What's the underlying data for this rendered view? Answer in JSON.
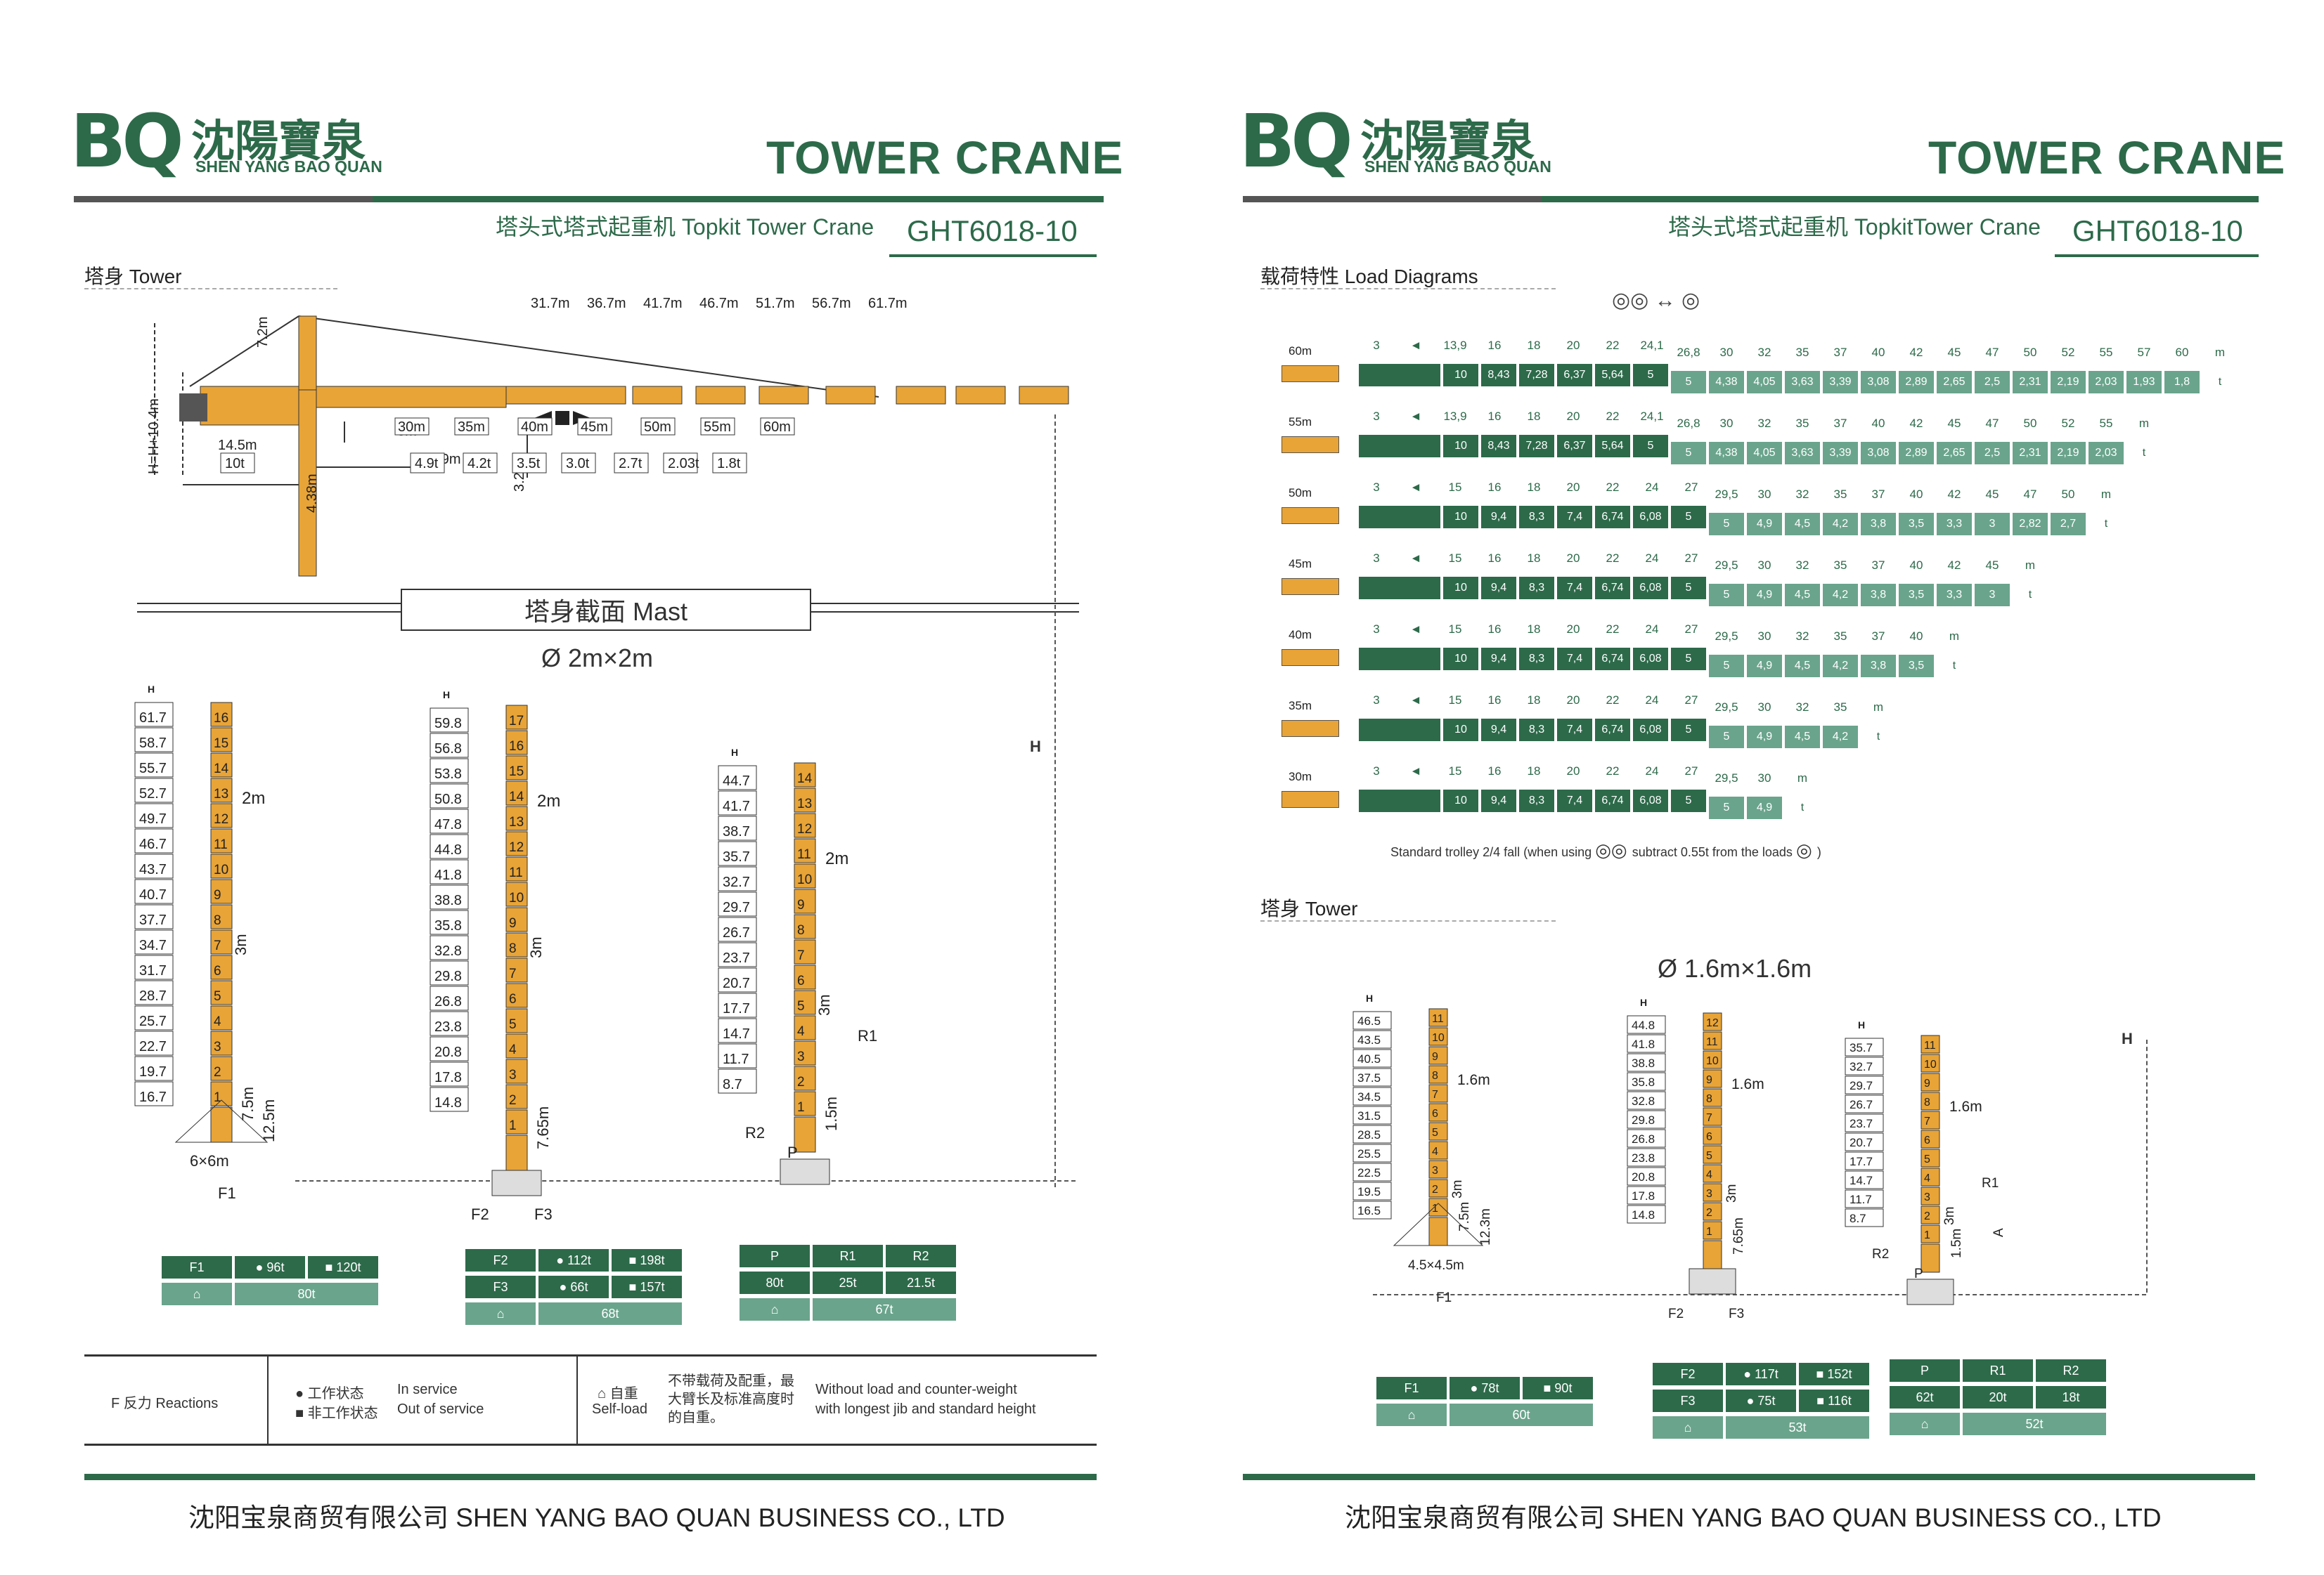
{
  "brand": {
    "logo": "BQ",
    "name_cn": "沈陽寶泉",
    "name_en": "SHEN YANG BAO QUAN"
  },
  "pages": [
    {
      "title": "TOWER CRANE",
      "subtitle": "塔头式塔式起重机 Topkit Tower Crane",
      "model": "GHT6018-10"
    },
    {
      "title": "TOWER CRANE",
      "subtitle": "塔头式塔式起重机 TopkitTower Crane",
      "model": "GHT6018-10"
    }
  ],
  "footer": "沈阳宝泉商贸有限公司  SHEN YANG BAO QUAN BUSINESS CO., LTD",
  "left": {
    "tower_label": "塔身 Tower",
    "crane": {
      "height": "H=H+10.4m",
      "top_h": "7.2m",
      "counter_jib": "14.5m",
      "d1": "3m",
      "d2": "13.9m",
      "d3": "3.2m",
      "d4": "4.38m",
      "radii": [
        "31.7m",
        "36.7m",
        "41.7m",
        "46.7m",
        "51.7m",
        "56.7m",
        "61.7m"
      ],
      "jib_marks": [
        "30m",
        "35m",
        "40m",
        "45m",
        "50m",
        "55m",
        "60m"
      ],
      "tip_loads": [
        "10t",
        "4.9t",
        "4.2t",
        "3.5t",
        "3.0t",
        "2.7t",
        "2.03t",
        "1.8t"
      ]
    },
    "mast_label": "塔身截面 Mast",
    "mast_size": "Ø 2m×2m",
    "H": "H",
    "towers": [
      {
        "heights": [
          "61.7",
          "58.7",
          "55.7",
          "52.7",
          "49.7",
          "46.7",
          "43.7",
          "40.7",
          "37.7",
          "34.7",
          "31.7",
          "28.7",
          "25.7",
          "22.7",
          "19.7",
          "16.7"
        ],
        "sections": [
          "16",
          "15",
          "14",
          "13",
          "12",
          "11",
          "10",
          "9",
          "8",
          "7",
          "6",
          "5",
          "4",
          "3",
          "2",
          "1"
        ],
        "w": "2m",
        "s": "3m",
        "b": "7.5m",
        "c": "12.5m",
        "base": "6×6m",
        "f": "F1"
      },
      {
        "heights": [
          "59.8",
          "56.8",
          "53.8",
          "50.8",
          "47.8",
          "44.8",
          "41.8",
          "38.8",
          "35.8",
          "32.8",
          "29.8",
          "26.8",
          "23.8",
          "20.8",
          "17.8",
          "14.8"
        ],
        "sections": [
          "17",
          "16",
          "15",
          "14",
          "13",
          "12",
          "11",
          "10",
          "9",
          "8",
          "7",
          "6",
          "5",
          "4",
          "3",
          "2",
          "1"
        ],
        "w": "2m",
        "s": "3m",
        "b": "7.65m",
        "f2": "F2",
        "f3": "F3"
      },
      {
        "heights": [
          "44.7",
          "41.7",
          "38.7",
          "35.7",
          "32.7",
          "29.7",
          "26.7",
          "23.7",
          "20.7",
          "17.7",
          "14.7",
          "11.7",
          "8.7"
        ],
        "sections": [
          "14",
          "13",
          "12",
          "11",
          "10",
          "9",
          "8",
          "7",
          "6",
          "5",
          "4",
          "3",
          "2",
          "1"
        ],
        "w": "2m",
        "s": "3m",
        "b": "1.5m",
        "r1": "R1",
        "r2": "R2",
        "p": "P"
      }
    ],
    "tables": [
      {
        "rows": [
          [
            "F1",
            "● 96t",
            "■ 120t"
          ],
          [
            "⌂",
            "80t"
          ]
        ]
      },
      {
        "rows": [
          [
            "F2",
            "● 112t",
            "■ 198t"
          ],
          [
            "F3",
            "● 66t",
            "■ 157t"
          ],
          [
            "⌂",
            "68t"
          ]
        ]
      },
      {
        "rows": [
          [
            "P",
            "R1",
            "R2"
          ],
          [
            "80t",
            "25t",
            "21.5t"
          ],
          [
            "⌂",
            "67t"
          ]
        ]
      }
    ],
    "legend": {
      "reactions": "F 反力 Reactions",
      "in_cn": "工作状态",
      "in_en": "In service",
      "out_cn": "非工作状态",
      "out_en": "Out of service",
      "self_cn": "自重",
      "self_en": "Self-load",
      "note_cn": "不带载荷及配重，最大臂长及标准高度时的自重。",
      "note_en1": "Without load and counter-weight",
      "note_en2": "with longest jib and standard height"
    }
  },
  "right": {
    "load_label": "载荷特性 Load Diagrams",
    "chart_data": {
      "type": "table",
      "rows": [
        {
          "jib": "60m",
          "r1": [
            "3",
            "",
            "13,9",
            "16",
            "18",
            "20",
            "22",
            "24,1"
          ],
          "v1": [
            "10",
            "8,43",
            "7,28",
            "6,37",
            "5,64",
            "5"
          ],
          "r2": [
            "26,8",
            "30",
            "32",
            "35",
            "37",
            "40",
            "42",
            "45",
            "47",
            "50",
            "52",
            "55",
            "57",
            "60",
            "m"
          ],
          "v2": [
            "5",
            "4,38",
            "4,05",
            "3,63",
            "3,39",
            "3,08",
            "2,89",
            "2,65",
            "2,5",
            "2,31",
            "2,19",
            "2,03",
            "1,93",
            "1,8",
            "t"
          ]
        },
        {
          "jib": "55m",
          "r1": [
            "3",
            "",
            "13,9",
            "16",
            "18",
            "20",
            "22",
            "24,1"
          ],
          "v1": [
            "10",
            "8,43",
            "7,28",
            "6,37",
            "5,64",
            "5"
          ],
          "r2": [
            "26,8",
            "30",
            "32",
            "35",
            "37",
            "40",
            "42",
            "45",
            "47",
            "50",
            "52",
            "55",
            "m"
          ],
          "v2": [
            "5",
            "4,38",
            "4,05",
            "3,63",
            "3,39",
            "3,08",
            "2,89",
            "2,65",
            "2,5",
            "2,31",
            "2,19",
            "2,03",
            "t"
          ]
        },
        {
          "jib": "50m",
          "r1": [
            "3",
            "",
            "15",
            "16",
            "18",
            "20",
            "22",
            "24",
            "27"
          ],
          "v1": [
            "10",
            "9,4",
            "8,3",
            "7,4",
            "6,74",
            "6,08",
            "5"
          ],
          "r2": [
            "29,5",
            "30",
            "32",
            "35",
            "37",
            "40",
            "42",
            "45",
            "47",
            "50",
            "m"
          ],
          "v2": [
            "5",
            "4,9",
            "4,5",
            "4,2",
            "3,8",
            "3,5",
            "3,3",
            "3",
            "2,82",
            "2,7",
            "t"
          ]
        },
        {
          "jib": "45m",
          "r1": [
            "3",
            "",
            "15",
            "16",
            "18",
            "20",
            "22",
            "24",
            "27"
          ],
          "v1": [
            "10",
            "9,4",
            "8,3",
            "7,4",
            "6,74",
            "6,08",
            "5"
          ],
          "r2": [
            "29,5",
            "30",
            "32",
            "35",
            "37",
            "40",
            "42",
            "45",
            "m"
          ],
          "v2": [
            "5",
            "4,9",
            "4,5",
            "4,2",
            "3,8",
            "3,5",
            "3,3",
            "3",
            "t"
          ]
        },
        {
          "jib": "40m",
          "r1": [
            "3",
            "",
            "15",
            "16",
            "18",
            "20",
            "22",
            "24",
            "27"
          ],
          "v1": [
            "10",
            "9,4",
            "8,3",
            "7,4",
            "6,74",
            "6,08",
            "5"
          ],
          "r2": [
            "29,5",
            "30",
            "32",
            "35",
            "37",
            "40",
            "m"
          ],
          "v2": [
            "5",
            "4,9",
            "4,5",
            "4,2",
            "3,8",
            "3,5",
            "t"
          ]
        },
        {
          "jib": "35m",
          "r1": [
            "3",
            "",
            "15",
            "16",
            "18",
            "20",
            "22",
            "24",
            "27"
          ],
          "v1": [
            "10",
            "9,4",
            "8,3",
            "7,4",
            "6,74",
            "6,08",
            "5"
          ],
          "r2": [
            "29,5",
            "30",
            "32",
            "35",
            "m"
          ],
          "v2": [
            "5",
            "4,9",
            "4,5",
            "4,2",
            "t"
          ]
        },
        {
          "jib": "30m",
          "r1": [
            "3",
            "",
            "15",
            "16",
            "18",
            "20",
            "22",
            "24",
            "27"
          ],
          "v1": [
            "10",
            "9,4",
            "8,3",
            "7,4",
            "6,74",
            "6,08",
            "5"
          ],
          "r2": [
            "29,5",
            "30",
            "m"
          ],
          "v2": [
            "5",
            "4,9",
            "t"
          ]
        }
      ]
    },
    "trolley_note_a": "Standard trolley 2/4 fall (when using",
    "trolley_note_b": "subtract 0.55t from the loads",
    "trolley_note_c": ")",
    "tower_label": "塔身 Tower",
    "mast_size": "Ø 1.6m×1.6m",
    "H": "H",
    "towers": [
      {
        "heights": [
          "46.5",
          "43.5",
          "40.5",
          "37.5",
          "34.5",
          "31.5",
          "28.5",
          "25.5",
          "22.5",
          "19.5",
          "16.5"
        ],
        "sections": [
          "11",
          "10",
          "9",
          "8",
          "7",
          "6",
          "5",
          "4",
          "3",
          "2",
          "1"
        ],
        "w": "1.6m",
        "s": "3m",
        "b": "7.5m",
        "c": "12.3m",
        "base": "4.5×4.5m",
        "f": "F1"
      },
      {
        "heights": [
          "44.8",
          "41.8",
          "38.8",
          "35.8",
          "32.8",
          "29.8",
          "26.8",
          "23.8",
          "20.8",
          "17.8",
          "14.8"
        ],
        "sections": [
          "12",
          "11",
          "10",
          "9",
          "8",
          "7",
          "6",
          "5",
          "4",
          "3",
          "2",
          "1"
        ],
        "w": "1.6m",
        "s": "3m",
        "b": "7.65m",
        "f2": "F2",
        "f3": "F3"
      },
      {
        "heights": [
          "35.7",
          "32.7",
          "29.7",
          "26.7",
          "23.7",
          "20.7",
          "17.7",
          "14.7",
          "11.7",
          "8.7"
        ],
        "sections": [
          "11",
          "10",
          "9",
          "8",
          "7",
          "6",
          "5",
          "4",
          "3",
          "2",
          "1"
        ],
        "w": "1.6m",
        "s": "3m",
        "b": "1.5m",
        "a": "A",
        "r1": "R1",
        "r2": "R2",
        "p": "P"
      }
    ],
    "tables": [
      {
        "rows": [
          [
            "F1",
            "● 78t",
            "■ 90t"
          ],
          [
            "⌂",
            "60t"
          ]
        ]
      },
      {
        "rows": [
          [
            "F2",
            "● 117t",
            "■ 152t"
          ],
          [
            "F3",
            "● 75t",
            "■ 116t"
          ],
          [
            "⌂",
            "53t"
          ]
        ]
      },
      {
        "rows": [
          [
            "P",
            "R1",
            "R2"
          ],
          [
            "62t",
            "20t",
            "18t"
          ],
          [
            "⌂",
            "52t"
          ]
        ]
      }
    ]
  }
}
